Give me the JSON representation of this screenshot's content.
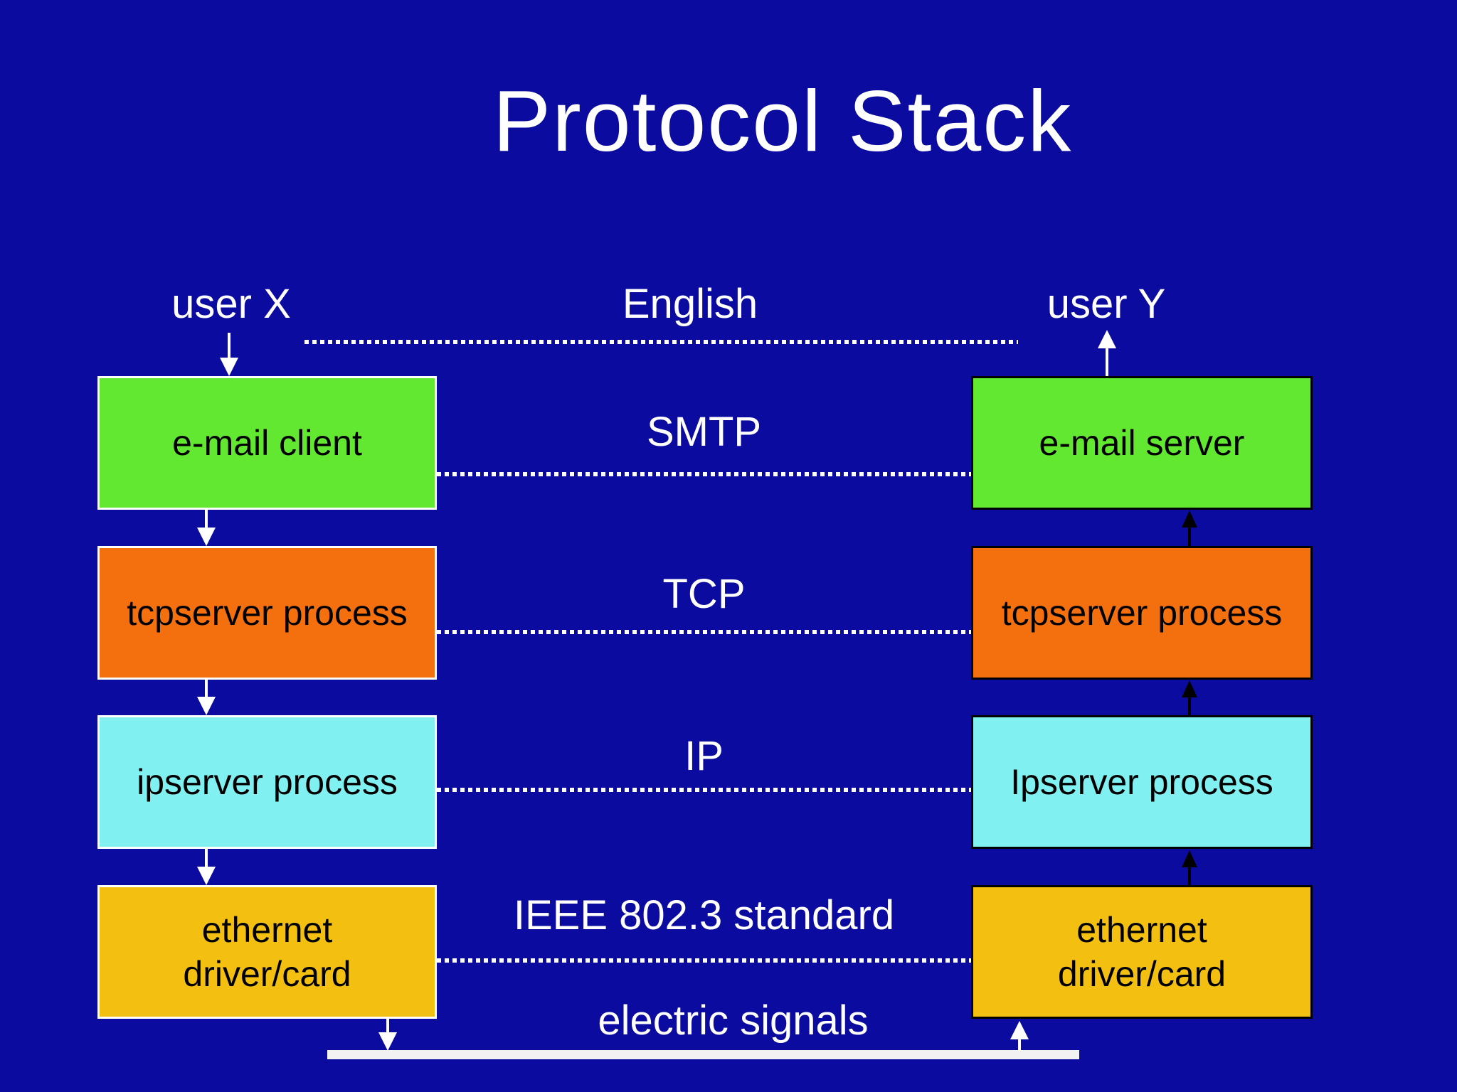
{
  "title": "Protocol Stack",
  "endpoints": {
    "left": "user X",
    "right": "user Y"
  },
  "top_protocol": "English",
  "layers": [
    {
      "left": "e-mail client",
      "right": "e-mail server",
      "protocol": "SMTP"
    },
    {
      "left": "tcpserver process",
      "right": "tcpserver process",
      "protocol": "TCP"
    },
    {
      "left": "ipserver process",
      "right": "Ipserver process",
      "protocol": "IP"
    },
    {
      "left": "ethernet\ndriver/card",
      "right": "ethernet\ndriver/card",
      "protocol": "IEEE 802.3 standard"
    }
  ],
  "bottom_label": "electric signals",
  "colors": {
    "background": "#0b0ba0",
    "green": "#63e831",
    "orange": "#f4700e",
    "cyan": "#80f0f0",
    "yellow": "#f3c012",
    "left_border": "#ffffff",
    "right_border": "#000000",
    "arrow_white": "#ffffff",
    "arrow_black": "#000000",
    "dotted_line": "#ffffff",
    "wire": "#f2f2f2",
    "box_text": "#000000",
    "label_text": "#ffffff"
  }
}
